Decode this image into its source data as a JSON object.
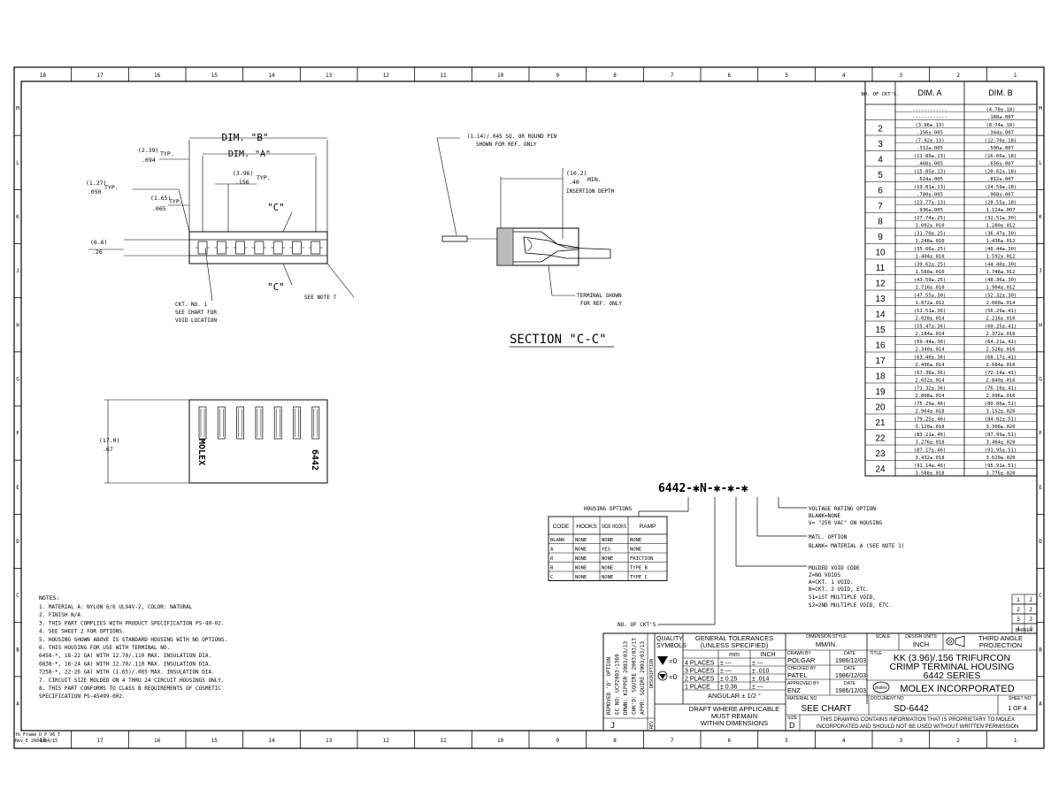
{
  "border": {
    "columns_top": [
      "18",
      "17",
      "16",
      "15",
      "14",
      "13",
      "12",
      "11",
      "10",
      "9",
      "8",
      "7",
      "6",
      "5",
      "4",
      "3",
      "2",
      "1"
    ],
    "columns_bottom": [
      "18",
      "17",
      "16",
      "15",
      "14",
      "13",
      "12",
      "11",
      "10",
      "9",
      "8",
      "7",
      "6",
      "5",
      "4",
      "3",
      "2",
      "1"
    ],
    "rows": [
      "M",
      "L",
      "K",
      "J",
      "H",
      "G",
      "F",
      "E",
      "D",
      "C",
      "B",
      "A"
    ]
  },
  "top_view": {
    "dim_b": "DIM. \"B\"",
    "dim_a": "DIM. \"A\"",
    "d1_mm": "(2.39)",
    "d1_typ": "TYP.",
    "d1_in": ".094",
    "d2_mm": "(3.96)",
    "d2_typ": "TYP.",
    "d2_in": ".156",
    "d3_mm": "(1.27)",
    "d3_typ": "TYP.",
    "d3_in": ".050",
    "d4_mm": "(1.65)",
    "d4_typ": "TYP.",
    "d4_in": ".065",
    "d5_mm": "(6.6)",
    "d5_in": ".26",
    "c_top": "\"C\"",
    "c_bot": "\"C\"",
    "ckt_note": [
      "CKT. NO. 1",
      "SEE CHART FOR",
      "VOID LOCATION"
    ],
    "see_note": "SEE NOTE 7"
  },
  "section": {
    "pin_note": [
      "(1.14)/.045 SQ. OR ROUND PIN",
      "SHOWN FOR REF. ONLY"
    ],
    "depth_mm": "(10.2)",
    "depth_min": "MIN.",
    "depth_in": ".40",
    "depth_label": "INSERTION DEPTH",
    "terminal_note": [
      "TERMINAL SHOWN",
      "FOR REF. ONLY"
    ],
    "title": "SECTION \"C-C\""
  },
  "bottom_view": {
    "height_mm": "(17.0)",
    "height_in": ".67",
    "label_left": "MOLEX",
    "label_right": "6442"
  },
  "dim_table": {
    "headers": [
      "NO. OF CKT'S.",
      "DIM. A",
      "DIM. B"
    ],
    "rows": [
      {
        "n": "",
        "a1": "------------",
        "a2": "------------",
        "b1": "(4.78±.18)",
        "b2": ".188±.007"
      },
      {
        "n": "2",
        "a1": "(3.96±.13)",
        "a2": ".156±.005",
        "b1": "(8.74±.18)",
        "b2": ".344±.007"
      },
      {
        "n": "3",
        "a1": "(7.92±.13)",
        "a2": ".312±.005",
        "b1": "(12.70±.18)",
        "b2": ".500±.007"
      },
      {
        "n": "4",
        "a1": "(11.89±.13)",
        "a2": ".468±.005",
        "b1": "(16.66±.18)",
        "b2": ".656±.007"
      },
      {
        "n": "5",
        "a1": "(15.85±.13)",
        "a2": ".624±.005",
        "b1": "(20.62±.18)",
        "b2": ".812±.007"
      },
      {
        "n": "6",
        "a1": "(19.81±.13)",
        "a2": ".780±.005",
        "b1": "(24.59±.18)",
        "b2": ".968±.007"
      },
      {
        "n": "7",
        "a1": "(23.77±.13)",
        "a2": ".936±.005",
        "b1": "(28.55±.18)",
        "b2": "1.124±.007"
      },
      {
        "n": "8",
        "a1": "(27.74±.25)",
        "a2": "1.092±.010",
        "b1": "(32.51±.30)",
        "b2": "1.280±.012"
      },
      {
        "n": "9",
        "a1": "(31.70±.25)",
        "a2": "1.248±.010",
        "b1": "(36.47±.30)",
        "b2": "1.436±.012"
      },
      {
        "n": "10",
        "a1": "(35.66±.25)",
        "a2": "1.404±.010",
        "b1": "(40.44±.30)",
        "b2": "1.592±.012"
      },
      {
        "n": "11",
        "a1": "(39.62±.25)",
        "a2": "1.560±.010",
        "b1": "(44.40±.30)",
        "b2": "1.748±.012"
      },
      {
        "n": "12",
        "a1": "(43.59±.25)",
        "a2": "1.716±.010",
        "b1": "(48.36±.30)",
        "b2": "1.904±.012"
      },
      {
        "n": "13",
        "a1": "(47.55±.30)",
        "a2": "1.872±.012",
        "b1": "(52.32±.30)",
        "b2": "2.060±.014"
      },
      {
        "n": "14",
        "a1": "(51.51±.36)",
        "a2": "2.028±.014",
        "b1": "(56.29±.41)",
        "b2": "2.216±.016"
      },
      {
        "n": "15",
        "a1": "(55.47±.36)",
        "a2": "2.184±.014",
        "b1": "(60.25±.41)",
        "b2": "2.372±.016"
      },
      {
        "n": "16",
        "a1": "(59.44±.36)",
        "a2": "2.340±.014",
        "b1": "(64.21±.41)",
        "b2": "2.528±.016"
      },
      {
        "n": "17",
        "a1": "(63.40±.36)",
        "a2": "2.496±.014",
        "b1": "(68.17±.41)",
        "b2": "2.684±.016"
      },
      {
        "n": "18",
        "a1": "(67.36±.36)",
        "a2": "2.652±.014",
        "b1": "(72.14±.41)",
        "b2": "2.840±.016"
      },
      {
        "n": "19",
        "a1": "(71.32±.36)",
        "a2": "2.808±.014",
        "b1": "(76.10±.41)",
        "b2": "2.996±.016"
      },
      {
        "n": "20",
        "a1": "(75.29±.46)",
        "a2": "2.964±.018",
        "b1": "(80.06±.51)",
        "b2": "3.152±.020"
      },
      {
        "n": "21",
        "a1": "(79.25±.46)",
        "a2": "3.120±.018",
        "b1": "(84.02±.51)",
        "b2": "3.308±.020"
      },
      {
        "n": "22",
        "a1": "(83.21±.46)",
        "a2": "3.276±.018",
        "b1": "(87.99±.51)",
        "b2": "3.464±.020"
      },
      {
        "n": "23",
        "a1": "(87.17±.46)",
        "a2": "3.432±.018",
        "b1": "(91.95±.51)",
        "b2": "3.620±.020"
      },
      {
        "n": "24",
        "a1": "(91.14±.46)",
        "a2": "3.588±.018",
        "b1": "(95.91±.51)",
        "b2": "3.776±.020"
      }
    ]
  },
  "part_number": {
    "code": "6442-✱N-✱-✱-✱",
    "housing_options": "HOUSING OPTIONS",
    "voltage": [
      "VOLTAGE RATING OPTION",
      "BLANK=NONE",
      "V= \"250 VAC\" ON HOUSING"
    ],
    "matl": [
      "MATL. OPTION",
      "BLANK= MATERIAL A (SEE NOTE 1)"
    ],
    "void": [
      "MOLDED VOID CODE",
      "Z=NO VOIDS",
      "A=CKT. 1 VOID.",
      "B=CKT. 2 VOID, ETC.",
      "S1=1ST MULTIPLE VOID,",
      "S2=2ND MULTIPLE VOID, ETC."
    ],
    "no_ckts": "NO. OF CKT'S."
  },
  "housing_table": {
    "headers": [
      "CODE",
      "HOOKS",
      "SIDE HOOKS",
      "RAMP"
    ],
    "rows": [
      [
        "BLANK",
        "NONE",
        "NONE",
        "NONE"
      ],
      [
        "A",
        "NONE",
        "YES",
        "NONE"
      ],
      [
        "R",
        "NONE",
        "NONE",
        "FRICTION"
      ],
      [
        "B",
        "NONE",
        "NONE",
        "TYPE B"
      ],
      [
        "C",
        "NONE",
        "NONE",
        "TYPE C"
      ]
    ]
  },
  "notes": {
    "title": "NOTES:",
    "lines": [
      "1. MATERIAL A: NYLON 6/6 UL94V-2, COLOR: NATURAL",
      "2. FINISH N/A",
      "3. THIS PART COMPLIES WITH PRODUCT SPECIFICATION PS-40-02.",
      "4. SEE SHEET 2 FOR OPTIONS.",
      "5. HOUSING SHOWN ABOVE IS STANDARD HOUSING WITH NO OPTIONS.",
      "6. THIS HOUSING FOR USE WITH TERMINAL NO.",
      "   6458-*, 18-22 GA) WITH 12.70/.110 MAX. INSULATION DIA.",
      "   6838-*, 18-24 GA) WITH 12.70/.110 MAX. INSULATION DIA.",
      "   7258-*, 22-26 GA) WITH (1.65)/.065 MAX. INSULATION DIA.",
      "7. CIRCUIT SIZE MOLDED ON 4 THRU 24 CIRCUIT HOUSINGS ONLY.",
      "8. THIS PART CONFORMS TO CLASS B REQUIREMENTS OF COSMETIC",
      "   SPECIFICATION PS-45499-002."
    ]
  },
  "title_block": {
    "quality": [
      "QUALITY",
      "SYMBOLS"
    ],
    "q1": "=0",
    "q2": "=0",
    "general_tol": [
      "GENERAL TOLERANCES",
      "(UNLESS SPECIFIED)"
    ],
    "mm": "mm",
    "inch": "INCH",
    "tol_rows": [
      [
        "4 PLACES",
        "± ---",
        "± ---"
      ],
      [
        "3 PLACES",
        "± ---",
        "± .010"
      ],
      [
        "2 PLACES",
        "± 0.25",
        "± .014"
      ],
      [
        "1 PLACE",
        "± 0.36",
        "± ---"
      ]
    ],
    "angular": "ANGULAR ± 1/2 °",
    "draft": [
      "DRAFT WHERE APPLICABLE",
      "MUST REMAIN",
      "WITHIN DIMENSIONS"
    ],
    "dim_style_lbl": "DIMENSION STYLE",
    "dim_style": "MM/IN.",
    "scale_lbl": "SCALE",
    "design_units_lbl": "DESIGN UNITS",
    "design_units": "INCH",
    "projection": [
      "THIRD ANGLE",
      "PROJECTION"
    ],
    "drawn_by_lbl": "DRAWN BY",
    "drawn_by": "POLGAR",
    "drawn_date": "1986/12/03",
    "checked_by_lbl": "CHECKED BY",
    "checked_by": "PATEL",
    "checked_date": "1986/12/03",
    "approved_lbl": "APPROVED BY",
    "approved": "ENZ",
    "approved_date": "1986/12/03",
    "date_lbl": "DATE",
    "title_lbl": "TITLE",
    "title": [
      "KK (3.96)/.156 TRIFURCON",
      "CRIMP TERMINAL HOUSING",
      "6442 SERIES"
    ],
    "company": "MOLEX INCORPORATED",
    "logo": "molex",
    "material_lbl": "MATERIAL NO",
    "material": "SEE CHART",
    "document_lbl": "DOCUMENT NO",
    "document": "SD-6442",
    "sheet_lbl": "SHEET NO",
    "sheet": "1 OF 4",
    "size_lbl": "SIZE",
    "size": "D",
    "proprietary": [
      "THIS DRAWING CONTAINS INFORMATION THAT IS PROPRIETARY TO MOLEX",
      "INCORPORATED AND SHOULD NOT BE USED WITHOUT WRITTEN PERMISSION"
    ],
    "rev_cols": [
      "REMOVED 'D' OPTION",
      "EC NO: UCP2003-1369",
      "DRWN: KIPPER 2003/03/13",
      "CHK'D: SQUIRE 2003/03/13",
      "APPR: SQUIRE 2003/03/13"
    ],
    "rev_letter": "J",
    "rev_lbl": "REV",
    "desc_lbl": "DESCRIPTION",
    "sheet_rev": [
      [
        "1",
        "J"
      ],
      [
        "2",
        "J"
      ],
      [
        "3",
        "J"
      ],
      [
        "4",
        "J"
      ]
    ],
    "sh_rev_lbl": "SH/REV."
  },
  "footer": [
    "fb_Frame_D_P_V6_T",
    "Rev_E 2004/04/15"
  ]
}
